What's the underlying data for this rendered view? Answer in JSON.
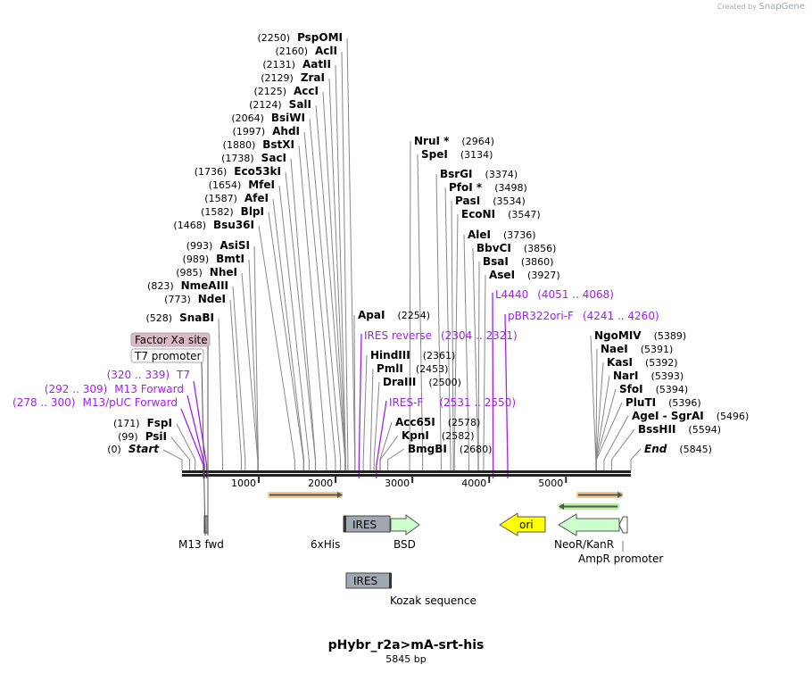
{
  "credit": {
    "prefix": "Created by",
    "brand": "SnapGene"
  },
  "title": "pHybr_r2a>mA-srt-his",
  "length_label": "5845 bp",
  "sequence_length": 5845,
  "ruler_ticks": [
    "1000",
    "2000",
    "3000",
    "4000",
    "5000"
  ],
  "colors": {
    "primer": "#a020f0",
    "backbone": "#222222",
    "orf": "#ccffcc",
    "ori": "#ffff00",
    "ires": "#a2a8b2",
    "factor_xa": "#ddb8c8"
  },
  "enzymes": [
    {
      "name": "Start",
      "pos": 0,
      "pos_label": "(0)",
      "italic": true
    },
    {
      "name": "PsiI",
      "pos": 99,
      "pos_label": "(99)"
    },
    {
      "name": "FspI",
      "pos": 171,
      "pos_label": "(171)"
    },
    {
      "name": "SnaBI",
      "pos": 528,
      "pos_label": "(528)"
    },
    {
      "name": "NdeI",
      "pos": 773,
      "pos_label": "(773)"
    },
    {
      "name": "NmeAIII",
      "pos": 823,
      "pos_label": "(823)"
    },
    {
      "name": "NheI",
      "pos": 985,
      "pos_label": "(985)"
    },
    {
      "name": "BmtI",
      "pos": 989,
      "pos_label": "(989)"
    },
    {
      "name": "AsiSI",
      "pos": 993,
      "pos_label": "(993)"
    },
    {
      "name": "Bsu36I",
      "pos": 1468,
      "pos_label": "(1468)"
    },
    {
      "name": "BlpI",
      "pos": 1582,
      "pos_label": "(1582)"
    },
    {
      "name": "AfeI",
      "pos": 1587,
      "pos_label": "(1587)"
    },
    {
      "name": "MfeI",
      "pos": 1654,
      "pos_label": "(1654)"
    },
    {
      "name": "Eco53kI",
      "pos": 1736,
      "pos_label": "(1736)"
    },
    {
      "name": "SacI",
      "pos": 1738,
      "pos_label": "(1738)"
    },
    {
      "name": "BstXI",
      "pos": 1880,
      "pos_label": "(1880)"
    },
    {
      "name": "AhdI",
      "pos": 1997,
      "pos_label": "(1997)"
    },
    {
      "name": "BsiWI",
      "pos": 2064,
      "pos_label": "(2064)"
    },
    {
      "name": "SalI",
      "pos": 2124,
      "pos_label": "(2124)"
    },
    {
      "name": "AccI",
      "pos": 2125,
      "pos_label": "(2125)"
    },
    {
      "name": "ZraI",
      "pos": 2129,
      "pos_label": "(2129)"
    },
    {
      "name": "AatII",
      "pos": 2131,
      "pos_label": "(2131)"
    },
    {
      "name": "AclI",
      "pos": 2160,
      "pos_label": "(2160)"
    },
    {
      "name": "PspOMI",
      "pos": 2250,
      "pos_label": "(2250)"
    },
    {
      "name": "ApaI",
      "pos": 2254,
      "pos_label": "(2254)"
    },
    {
      "name": "HindIII",
      "pos": 2361,
      "pos_label": "(2361)"
    },
    {
      "name": "PmlI",
      "pos": 2453,
      "pos_label": "(2453)"
    },
    {
      "name": "DraIII",
      "pos": 2500,
      "pos_label": "(2500)"
    },
    {
      "name": "Acc65I",
      "pos": 2578,
      "pos_label": "(2578)"
    },
    {
      "name": "KpnI",
      "pos": 2582,
      "pos_label": "(2582)"
    },
    {
      "name": "BmgBI",
      "pos": 2680,
      "pos_label": "(2680)"
    },
    {
      "name": "NruI *",
      "pos": 2964,
      "pos_label": "(2964)"
    },
    {
      "name": "SpeI",
      "pos": 3134,
      "pos_label": "(3134)"
    },
    {
      "name": "BsrGI",
      "pos": 3374,
      "pos_label": "(3374)"
    },
    {
      "name": "PfoI *",
      "pos": 3498,
      "pos_label": "(3498)"
    },
    {
      "name": "PasI",
      "pos": 3534,
      "pos_label": "(3534)"
    },
    {
      "name": "EcoNI",
      "pos": 3547,
      "pos_label": "(3547)"
    },
    {
      "name": "AleI",
      "pos": 3736,
      "pos_label": "(3736)"
    },
    {
      "name": "BbvCI",
      "pos": 3856,
      "pos_label": "(3856)"
    },
    {
      "name": "BsaI",
      "pos": 3860,
      "pos_label": "(3860)"
    },
    {
      "name": "AseI",
      "pos": 3927,
      "pos_label": "(3927)"
    },
    {
      "name": "NgoMIV",
      "pos": 5389,
      "pos_label": "(5389)"
    },
    {
      "name": "NaeI",
      "pos": 5391,
      "pos_label": "(5391)"
    },
    {
      "name": "KasI",
      "pos": 5392,
      "pos_label": "(5392)"
    },
    {
      "name": "NarI",
      "pos": 5393,
      "pos_label": "(5393)"
    },
    {
      "name": "SfoI",
      "pos": 5394,
      "pos_label": "(5394)"
    },
    {
      "name": "PluTI",
      "pos": 5396,
      "pos_label": "(5396)"
    },
    {
      "name": "AgeI - SgrAI",
      "pos": 5496,
      "pos_label": "(5496)"
    },
    {
      "name": "BssHII",
      "pos": 5594,
      "pos_label": "(5594)"
    },
    {
      "name": "End",
      "pos": 5845,
      "pos_label": "(5845)",
      "italic": true
    }
  ],
  "primers": [
    {
      "name": "T7",
      "range": "(320 .. 339)",
      "start": 320,
      "end": 339
    },
    {
      "name": "M13 Forward",
      "range": "(292 .. 309)",
      "start": 292,
      "end": 309
    },
    {
      "name": "M13/pUC Forward",
      "range": "(278 .. 300)",
      "start": 278,
      "end": 300
    },
    {
      "name": "IRES reverse",
      "range": "(2304 .. 2321)",
      "start": 2304,
      "end": 2321
    },
    {
      "name": "IRES-F",
      "range": "(2531 .. 2550)",
      "start": 2531,
      "end": 2550
    },
    {
      "name": "L4440",
      "range": "(4051 .. 4068)",
      "start": 4051,
      "end": 4068
    },
    {
      "name": "pBR322ori-F",
      "range": "(4241 .. 4260)",
      "start": 4241,
      "end": 4260
    }
  ],
  "site_features": [
    {
      "name": "Factor Xa site",
      "pos": 330
    },
    {
      "name": "T7 promoter",
      "pos": 320
    }
  ],
  "features": [
    {
      "name": "M13 fwd",
      "type": "primer_bind"
    },
    {
      "name": "6xHis",
      "type": "tag"
    },
    {
      "name": "IRES",
      "type": "misc",
      "row": 1
    },
    {
      "name": "BSD",
      "type": "orf",
      "direction": "right"
    },
    {
      "name": "ori",
      "type": "origin",
      "direction": "left"
    },
    {
      "name": "NeoR/KanR",
      "type": "orf",
      "direction": "left"
    },
    {
      "name": "AmpR promoter",
      "type": "promoter",
      "direction": "left"
    },
    {
      "name": "IRES",
      "type": "misc",
      "row": 2
    },
    {
      "name": "Kozak sequence",
      "type": "misc"
    }
  ]
}
